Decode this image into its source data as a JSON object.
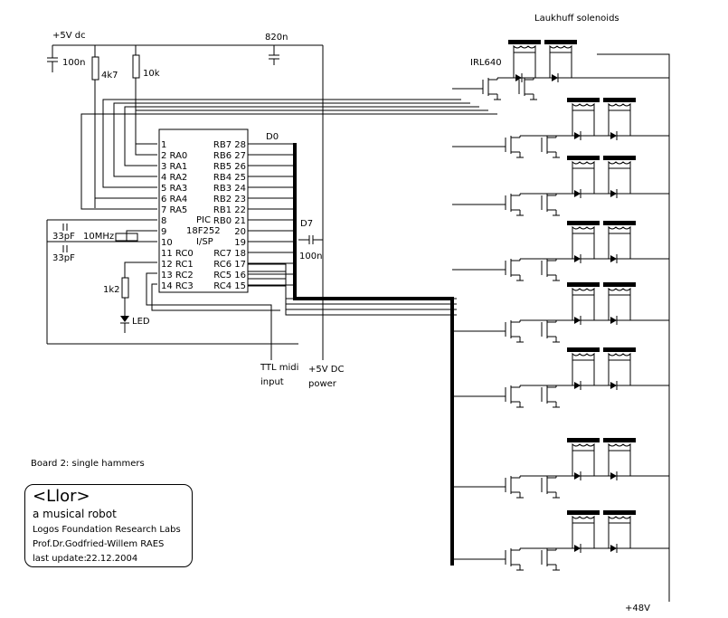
{
  "supply": {
    "vdc": "+5V dc",
    "v48": "+48V"
  },
  "caps": {
    "c100n_a": "100n",
    "c820n": "820n",
    "c100n_b": "100n",
    "c33pf_a": "33pF",
    "c33pf_b": "33pF"
  },
  "resistors": {
    "r4k7": "4k7",
    "r10k": "10k",
    "r1k2": "1k2"
  },
  "crystal": "10MHz",
  "led": "LED",
  "transistor": "IRL640",
  "solenoids": "Laukhuff solenoids",
  "pic": {
    "name1": "PIC",
    "name2": "18F252",
    "isp": "I/SP",
    "left_pins": [
      {
        "num": "1",
        "name": ""
      },
      {
        "num": "2",
        "name": "RA0"
      },
      {
        "num": "3",
        "name": "RA1"
      },
      {
        "num": "4",
        "name": "RA2"
      },
      {
        "num": "5",
        "name": "RA3"
      },
      {
        "num": "6",
        "name": "RA4"
      },
      {
        "num": "7",
        "name": "RA5"
      },
      {
        "num": "8",
        "name": ""
      },
      {
        "num": "9",
        "name": ""
      },
      {
        "num": "10",
        "name": ""
      },
      {
        "num": "11",
        "name": "RC0"
      },
      {
        "num": "12",
        "name": "RC1"
      },
      {
        "num": "13",
        "name": "RC2"
      },
      {
        "num": "14",
        "name": "RC3"
      }
    ],
    "right_pins": [
      {
        "num": "28",
        "name": "RB7"
      },
      {
        "num": "27",
        "name": "RB6"
      },
      {
        "num": "26",
        "name": "RB5"
      },
      {
        "num": "25",
        "name": "RB4"
      },
      {
        "num": "24",
        "name": "RB3"
      },
      {
        "num": "23",
        "name": "RB2"
      },
      {
        "num": "22",
        "name": "RB1"
      },
      {
        "num": "21",
        "name": "RB0"
      },
      {
        "num": "20",
        "name": ""
      },
      {
        "num": "19",
        "name": ""
      },
      {
        "num": "18",
        "name": "RC7"
      },
      {
        "num": "17",
        "name": "RC6"
      },
      {
        "num": "16",
        "name": "RC5"
      },
      {
        "num": "15",
        "name": "RC4"
      }
    ]
  },
  "bus": {
    "d0": "D0",
    "d7": "D7"
  },
  "inputs": {
    "ttl1": "TTL midi",
    "ttl2": "input",
    "pwr1": "+5V DC",
    "pwr2": "power"
  },
  "board_label": "Board 2: single hammers",
  "title_block": {
    "title": "<Llor>",
    "subtitle": "a musical robot",
    "org": "Logos Foundation Research Labs",
    "author": "Prof.Dr.Godfried-Willem RAES",
    "update_label": "last update:",
    "update_date": "22.12.2004"
  }
}
